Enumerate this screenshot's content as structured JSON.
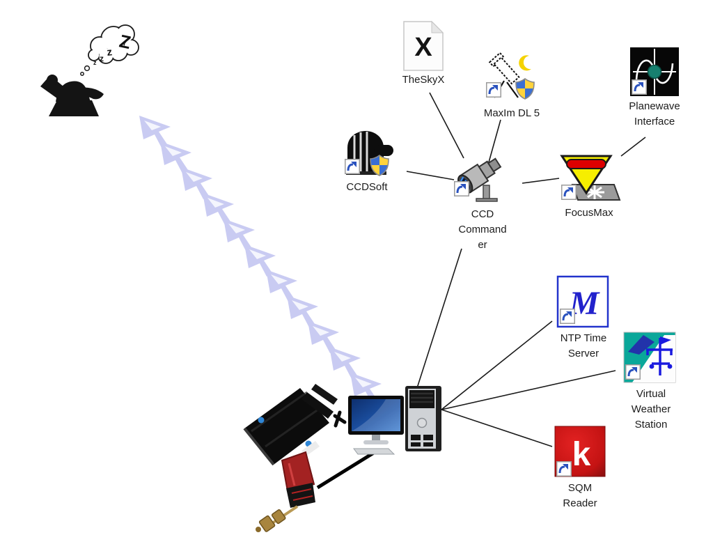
{
  "diagram": {
    "kind": "astronomy-software-connection-diagram",
    "nodes": {
      "theskyx": {
        "label": "TheSkyX",
        "glyph": "X"
      },
      "maxim_dl5": {
        "label": "MaxIm DL 5"
      },
      "planewave": {
        "line1": "Planewave",
        "line2": "Interface"
      },
      "ccdsoft": {
        "label": "CCDSoft"
      },
      "ccd_commander": {
        "line1": "CCD",
        "line2": "Command",
        "line3": "er"
      },
      "focusmax": {
        "label": "FocusMax"
      },
      "ntp_time_server": {
        "line1": "NTP Time",
        "line2": "Server",
        "glyph": "M"
      },
      "virtual_weather_station": {
        "line1": "Virtual",
        "line2": "Weather",
        "line3": "Station"
      },
      "sqm_reader": {
        "line1": "SQM",
        "line2": "Reader",
        "glyph": "k"
      }
    },
    "sleep_cloud": {
      "z1": "Z",
      "z2": "z",
      "z3": "z",
      "z4": "z"
    },
    "edges": [
      {
        "from": "TheSkyX",
        "to": "CCD Commander",
        "style": "thin"
      },
      {
        "from": "MaxIm DL 5",
        "to": "CCD Commander",
        "style": "thin"
      },
      {
        "from": "CCDSoft",
        "to": "CCD Commander",
        "style": "thin"
      },
      {
        "from": "CCD Commander",
        "to": "FocusMax",
        "style": "thin"
      },
      {
        "from": "FocusMax",
        "to": "Planewave Interface",
        "style": "thin"
      },
      {
        "from": "CCD Commander",
        "to": "Computer",
        "style": "thin"
      },
      {
        "from": "Computer",
        "to": "NTP Time Server",
        "style": "thin"
      },
      {
        "from": "Computer",
        "to": "Virtual Weather Station",
        "style": "thin"
      },
      {
        "from": "Computer",
        "to": "SQM Reader",
        "style": "thin"
      },
      {
        "from": "Computer",
        "to": "Telescope",
        "style": "thick"
      },
      {
        "from": "Sleeping user",
        "to": "Telescope",
        "style": "lavender-arrow-trail"
      }
    ],
    "trail": {
      "arrow_count": 11,
      "color": "#c9cbf2"
    },
    "colors": {
      "background": "#ffffff",
      "line": "#1a1a1a",
      "trail_arrow": "#c9cbf2",
      "focusmax_yellow": "#f6ee00",
      "focusmax_red": "#dd0000",
      "ntp_blue": "#2222cc",
      "vws_teal": "#0aa79a",
      "sqm_red": "#c41313",
      "shield_blue": "#3b6fd4",
      "shield_yellow": "#ffd33c"
    }
  }
}
